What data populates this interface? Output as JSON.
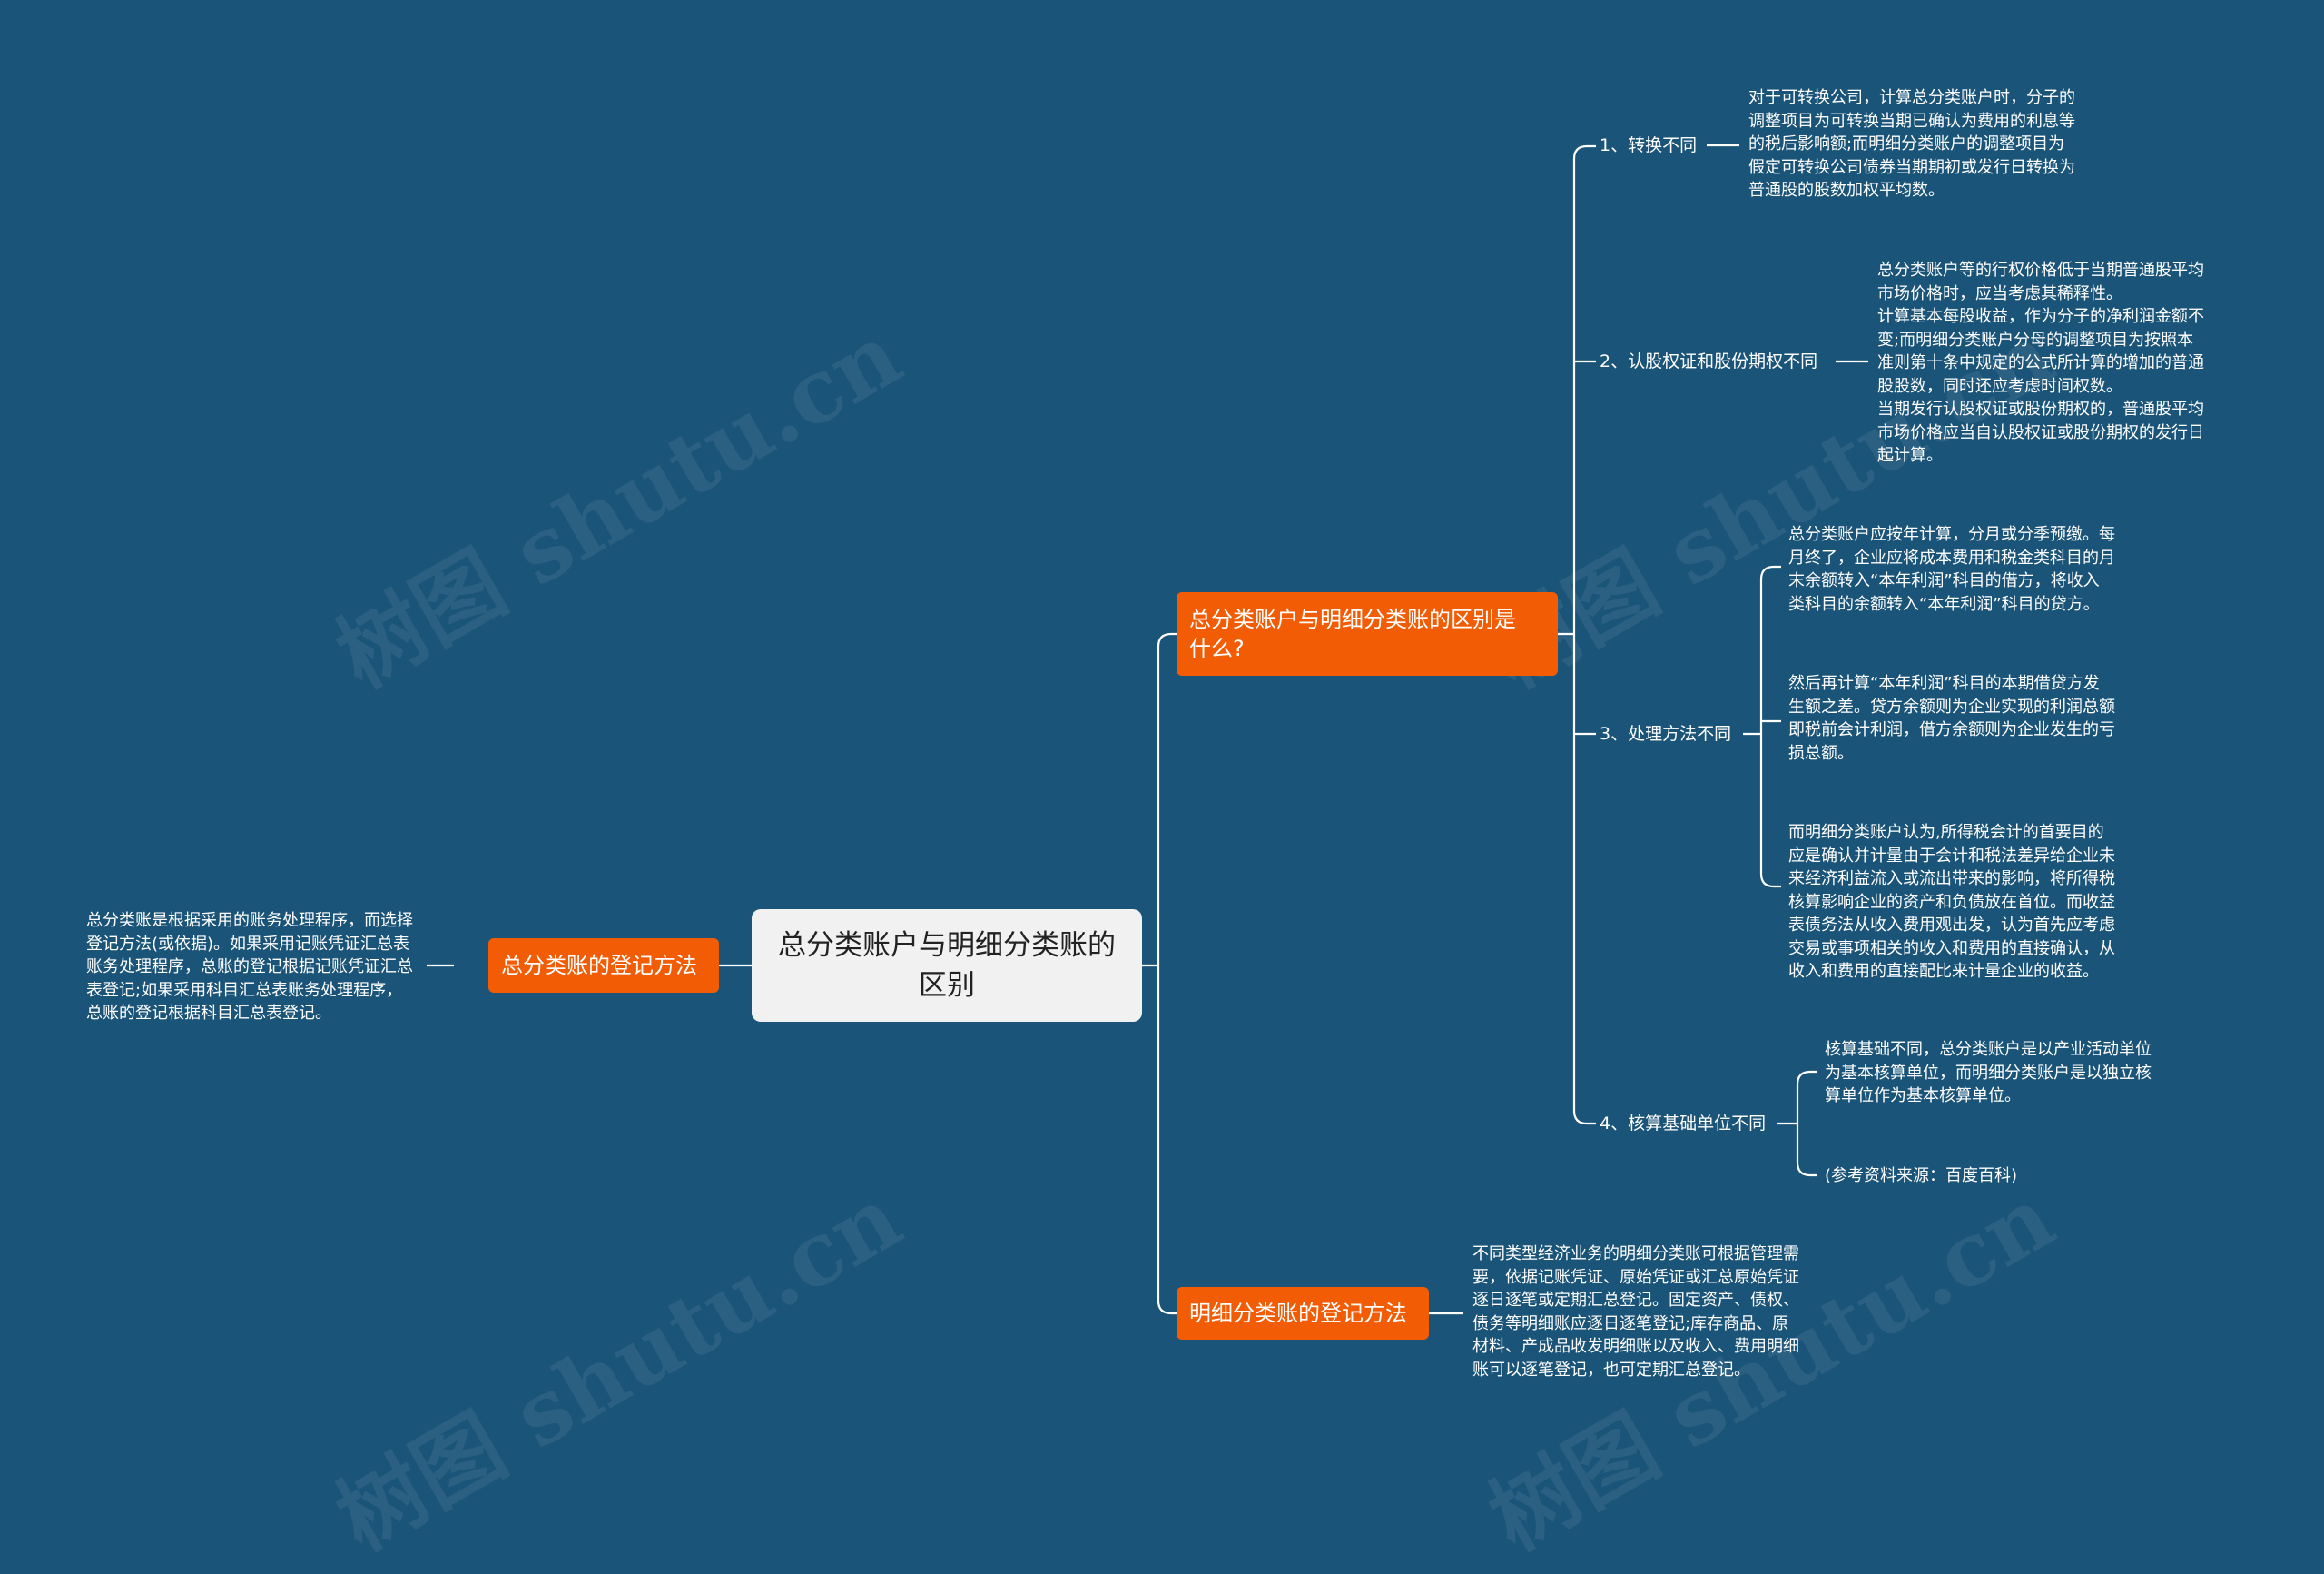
{
  "watermark": "树图 shutu.cn",
  "root": {
    "title": "总分类账户与明细分类账的区别"
  },
  "left": {
    "branch": "总分类账的登记方法",
    "text": "总分类账是根据采用的账务处理程序，而选择\n登记方法(或依据)。如果采用记账凭证汇总表\n账务处理程序，总账的登记根据记账凭证汇总\n表登记;如果采用科目汇总表账务处理程序，\n总账的登记根据科目汇总表登记。"
  },
  "right": {
    "branch1": {
      "label": "总分类账户与明细分类账的区别是\n什么?",
      "items": [
        {
          "label": "1、转换不同",
          "text": "对于可转换公司，计算总分类账户时，分子的\n调整项目为可转换当期已确认为费用的利息等\n的税后影响额;而明细分类账户的调整项目为\n假定可转换公司债券当期期初或发行日转换为\n普通股的股数加权平均数。"
        },
        {
          "label": "2、认股权证和股份期权不同",
          "text": "总分类账户等的行权价格低于当期普通股平均\n市场价格时，应当考虑其稀释性。\n计算基本每股收益，作为分子的净利润金额不\n变;而明细分类账户分母的调整项目为按照本\n准则第十条中规定的公式所计算的增加的普通\n股股数，同时还应考虑时间权数。\n当期发行认股权证或股份期权的，普通股平均\n市场价格应当自认股权证或股份期权的发行日\n起计算。"
        },
        {
          "label": "3、处理方法不同",
          "texts": [
            "总分类账户应按年计算，分月或分季预缴。每\n月终了，企业应将成本费用和税金类科目的月\n末余额转入“本年利润”科目的借方，将收入\n类科目的余额转入“本年利润”科目的贷方。",
            "然后再计算“本年利润”科目的本期借贷方发\n生额之差。贷方余额则为企业实现的利润总额\n即税前会计利润，借方余额则为企业发生的亏\n损总额。",
            "而明细分类账户认为,所得税会计的首要目的\n应是确认并计量由于会计和税法差异给企业未\n来经济利益流入或流出带来的影响，将所得税\n核算影响企业的资产和负债放在首位。而收益\n表债务法从收入费用观出发，认为首先应考虑\n交易或事项相关的收入和费用的直接确认，从\n收入和费用的直接配比来计量企业的收益。"
          ]
        },
        {
          "label": "4、核算基础单位不同",
          "texts": [
            "核算基础不同，总分类账户是以产业活动单位\n为基本核算单位，而明细分类账户是以独立核\n算单位作为基本核算单位。",
            "(参考资料来源：百度百科)"
          ]
        }
      ]
    },
    "branch2": {
      "label": "明细分类账的登记方法",
      "text": "不同类型经济业务的明细分类账可根据管理需\n要，依据记账凭证、原始凭证或汇总原始凭证\n逐日逐笔或定期汇总登记。固定资产、债权、\n债务等明细账应逐日逐笔登记;库存商品、原\n材料、产成品收发明细账以及收入、费用明细\n账可以逐笔登记，也可定期汇总登记。"
    }
  },
  "colors": {
    "background": "#1b5479",
    "branch": "#f25c05",
    "root": "#f1f1f1",
    "line": "#ffffff"
  }
}
